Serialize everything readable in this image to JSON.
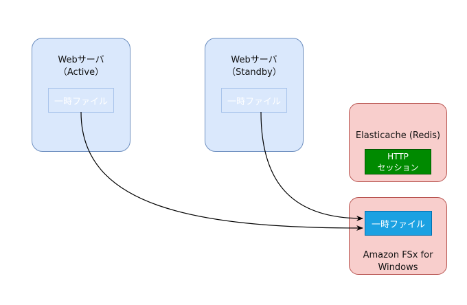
{
  "web_active": {
    "title_line1": "Webサーバ",
    "title_line2": "（Active）",
    "temp_file": "一時ファイル"
  },
  "web_standby": {
    "title_line1": "Webサーバ",
    "title_line2": "（Standby）",
    "temp_file": "一時ファイル"
  },
  "elasticache": {
    "title": "Elasticache (Redis)",
    "session_line1": "HTTP",
    "session_line2": "セッション"
  },
  "fsx": {
    "temp_file": "一時ファイル",
    "title_line1": "Amazon FSx for",
    "title_line2": "Windows"
  },
  "colors": {
    "server_fill": "#dae8fc",
    "server_stroke": "#6c8ebf",
    "cache_fill": "#f8cecc",
    "cache_stroke": "#b85450",
    "session_fill": "#008a00",
    "fsx_file_fill": "#1ba1e2",
    "edge": "#000000"
  }
}
